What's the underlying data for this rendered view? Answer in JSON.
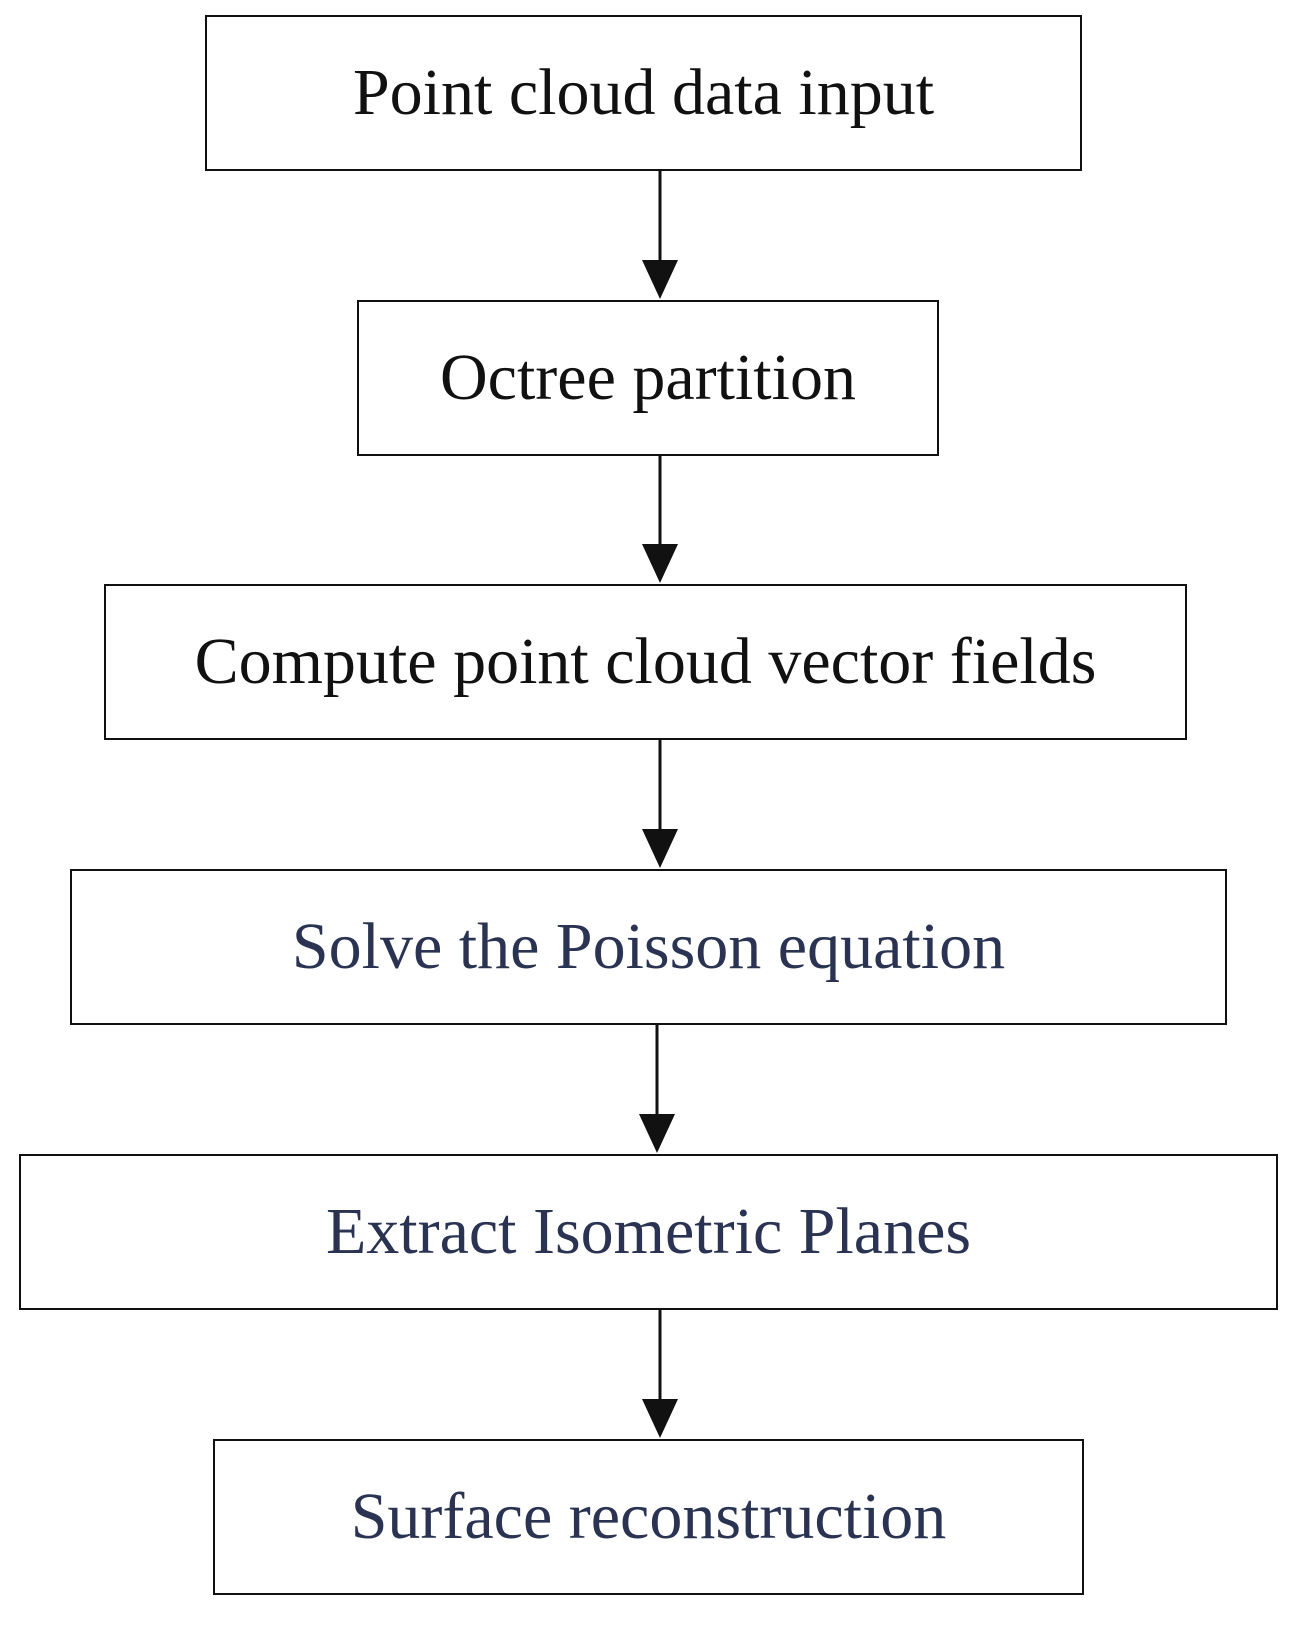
{
  "steps": [
    {
      "label": "Point cloud data input",
      "color": "#111111"
    },
    {
      "label": "Octree partition",
      "color": "#111111"
    },
    {
      "label": "Compute point cloud vector fields",
      "color": "#111111"
    },
    {
      "label": "Solve the Poisson equation",
      "color": "#2a3452"
    },
    {
      "label": "Extract Isometric Planes",
      "color": "#2a3452"
    },
    {
      "label": "Surface reconstruction",
      "color": "#2a3452"
    }
  ]
}
